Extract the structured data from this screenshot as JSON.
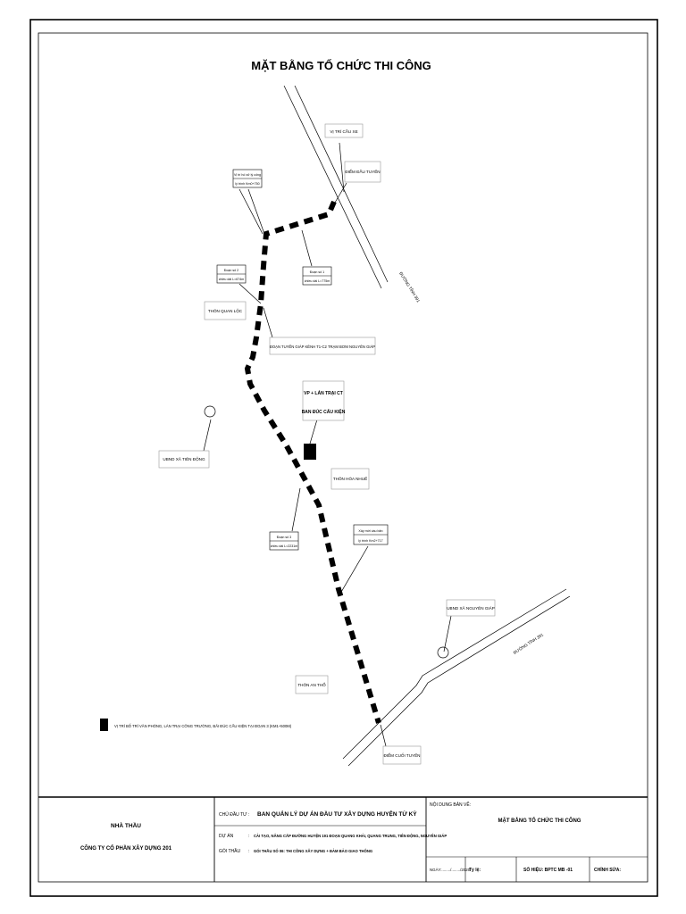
{
  "drawing": {
    "title": "MẶT BẰNG TỔ CHỨC THI CÔNG",
    "labels": {
      "bridge_location": "VỊ TRÍ CẦU XE",
      "start_point": "ĐIỂM ĐẦU TUYẾN",
      "end_point": "ĐIỂM CUỐI TUYẾN",
      "road_province_top": "ĐƯỜNG TỈNH 391",
      "road_province_bottom": "ĐƯỜNG TỈNH 391",
      "village_quan_loc": "THÔN QUAN LỘC",
      "village_hoa_nhue": "THÔN HÒA NHUẾ",
      "village_an_tho": "THÔN AN THỔ",
      "canal_segment": "ĐOẠN TUYẾN GIÁP KÊNH T1-C2 TRẠM BƠM NGUYÊN GIÁP",
      "ubnd_tien_dong": "UBND XÃ TIÊN ĐỘNG",
      "ubnd_nguyen_giap": "UBND XÃ NGUYÊN GIÁP",
      "site_office_line1": "VP + LÁN TRẠI CT",
      "site_office_line2": "BAN ĐÚC CẤU KIỆN",
      "box_top_left_l1": "Vị trí hố xử lý cống",
      "box_top_left_l2": "lý trình Km0+750",
      "box_seg1_l1": "Đoạn số 1",
      "box_seg1_l2": "chiều dài L=775m",
      "box_seg2_l1": "Đoạn số 2",
      "box_seg2_l2": "chiều dài L=674m",
      "box_seg3_l1": "Đoạn số 3",
      "box_seg3_l2": "chiều dài L=2231m",
      "box_right_l1": "Xây mới cầu bản",
      "box_right_l2": "lý trình Km2+717",
      "legend_text": "VỊ TRÍ BỐ TRÍ VĂN PHÒNG, LÁN TRẠI CÔNG TRƯỜNG, BÃI ĐÚC CẤU KIỆN TẠI ĐOẠN 3 (KM1+500M)"
    }
  },
  "title_block": {
    "contractor_label": "NHÀ THẦU",
    "contractor_name": "CÔNG TY CỔ PHẦN XÂY DỰNG 201",
    "owner_label": "CHỦ ĐẦU TƯ :",
    "owner_value": "BAN QUẢN LÝ DỰ ÁN ĐẦU TƯ XÂY DỰNG HUYỆN TỨ KỲ",
    "project_label": "DỰ ÁN",
    "project_value": "CẢI TẠO, NÂNG CẤP ĐƯỜNG HUYỆN 191 ĐOẠN QUANG KHẢI, QUANG TRUNG, TIÊN ĐỘNG, NGUYÊN GIÁP",
    "package_label": "GÓI THẦU",
    "package_value": "GÓI THẦU SỐ 06: THI CÔNG XÂY DỰNG + ĐẢM BẢO GIAO THÔNG",
    "drawing_content_label": "NỘI DUNG BẢN VẼ:",
    "drawing_content_value": "MẶT BẰNG TỔ CHỨC THI CÔNG",
    "date_label": "NGÀY:......../......../2020",
    "scale_label": "Tỷ lệ:",
    "sheet_no_label": "SỐ HIỆU: BPTC MB -01",
    "revision_label": "CHỈNH SỬA:"
  },
  "colors": {
    "line": "#000000",
    "paper": "#ffffff"
  }
}
